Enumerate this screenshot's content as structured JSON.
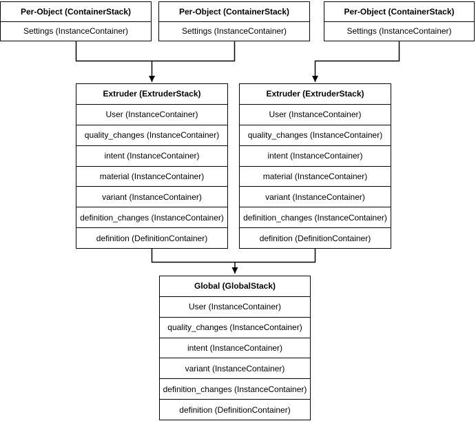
{
  "diagram": {
    "background_color": "#ffffff",
    "line_color": "#000000",
    "text_color": "#000000",
    "per_object_1": {
      "title": "Per-Object (ContainerStack)",
      "rows": [
        "Settings (InstanceContainer)"
      ]
    },
    "per_object_2": {
      "title": "Per-Object (ContainerStack)",
      "rows": [
        "Settings (InstanceContainer)"
      ]
    },
    "per_object_3": {
      "title": "Per-Object (ContainerStack)",
      "rows": [
        "Settings (InstanceContainer)"
      ]
    },
    "extruder_1": {
      "title": "Extruder (ExtruderStack)",
      "rows": [
        "User (InstanceContainer)",
        "quality_changes (InstanceContainer)",
        "intent (InstanceContainer)",
        "material (InstanceContainer)",
        "variant (InstanceContainer)",
        "definition_changes (InstanceContainer)",
        "definition (DefinitionContainer)"
      ]
    },
    "extruder_2": {
      "title": "Extruder (ExtruderStack)",
      "rows": [
        "User (InstanceContainer)",
        "quality_changes (InstanceContainer)",
        "intent (InstanceContainer)",
        "material (InstanceContainer)",
        "variant (InstanceContainer)",
        "definition_changes (InstanceContainer)",
        "definition (DefinitionContainer)"
      ]
    },
    "global": {
      "title": "Global (GlobalStack)",
      "rows": [
        "User (InstanceContainer)",
        "quality_changes (InstanceContainer)",
        "intent (InstanceContainer)",
        "variant (InstanceContainer)",
        "definition_changes (InstanceContainer)",
        "definition (DefinitionContainer)"
      ]
    }
  }
}
